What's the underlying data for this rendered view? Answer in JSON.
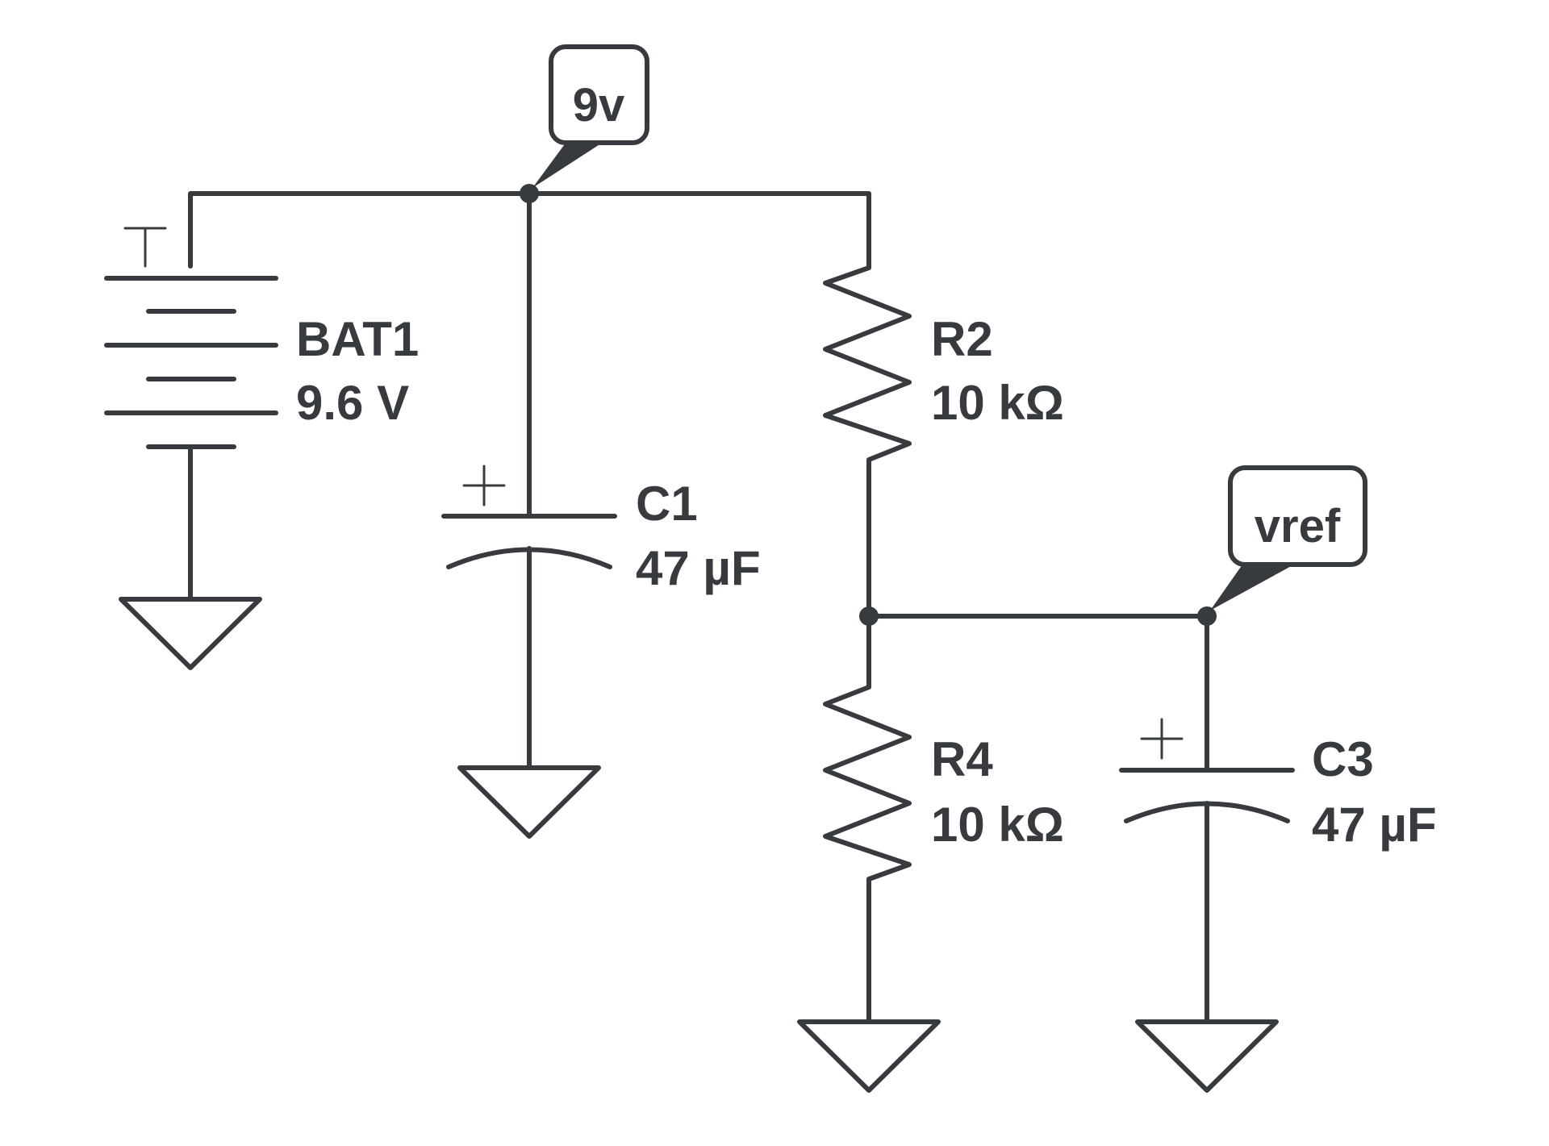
{
  "components": {
    "bat1": {
      "ref": "BAT1",
      "value": "9.6 V"
    },
    "c1": {
      "ref": "C1",
      "value": "47 µF"
    },
    "r2": {
      "ref": "R2",
      "value": "10 kΩ"
    },
    "r4": {
      "ref": "R4",
      "value": "10 kΩ"
    },
    "c3": {
      "ref": "C3",
      "value": "47 µF"
    }
  },
  "net_labels": {
    "supply": "9v",
    "reference": "vref"
  },
  "polarity_mark": "+"
}
